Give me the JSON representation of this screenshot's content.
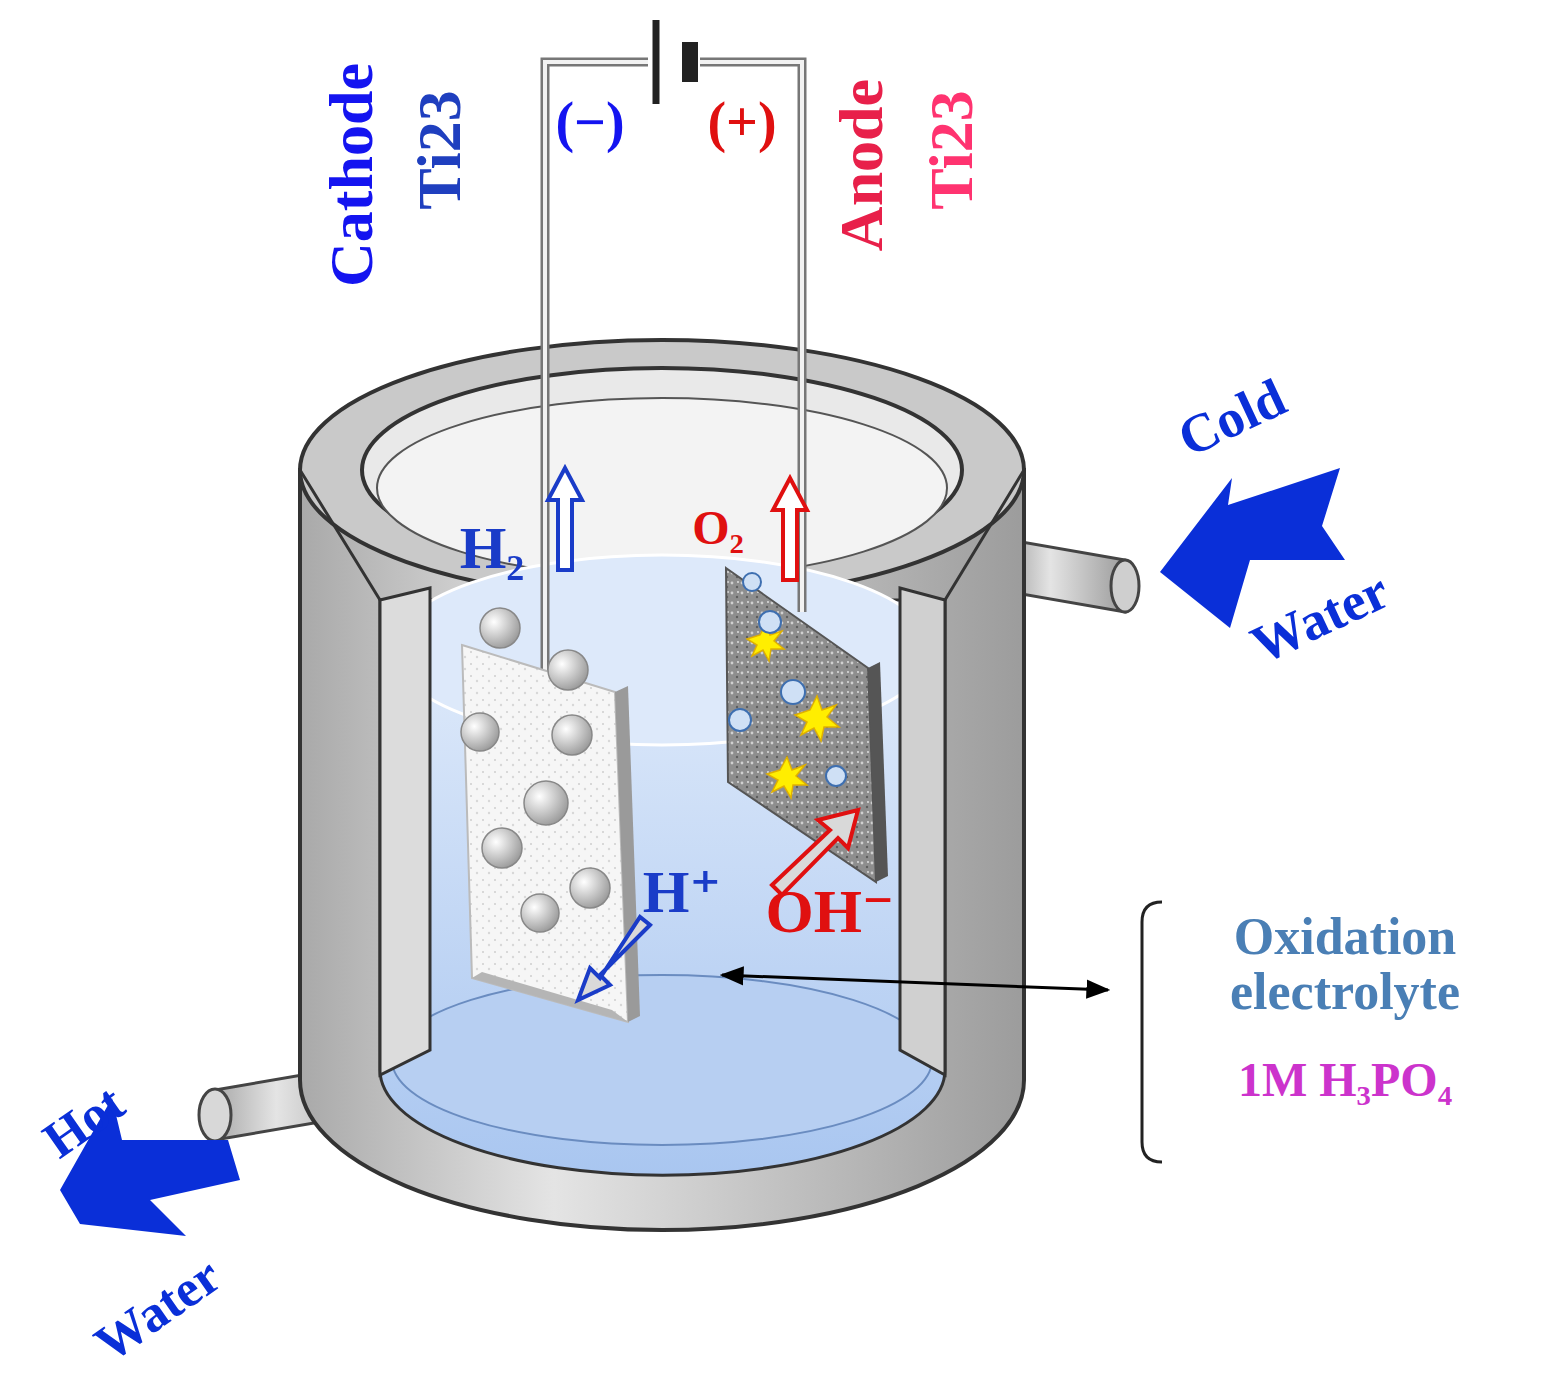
{
  "diagram": {
    "labels": [
      "Cathode",
      "Ti23",
      "(−)",
      "(+)",
      "Anode",
      "Ti23",
      "H₂",
      "O₂",
      "H⁺",
      "OH⁻",
      "Cold",
      "Water",
      "Hot",
      "Water",
      "Oxidation electrolyte",
      "1M H₃PO₄"
    ]
  }
}
